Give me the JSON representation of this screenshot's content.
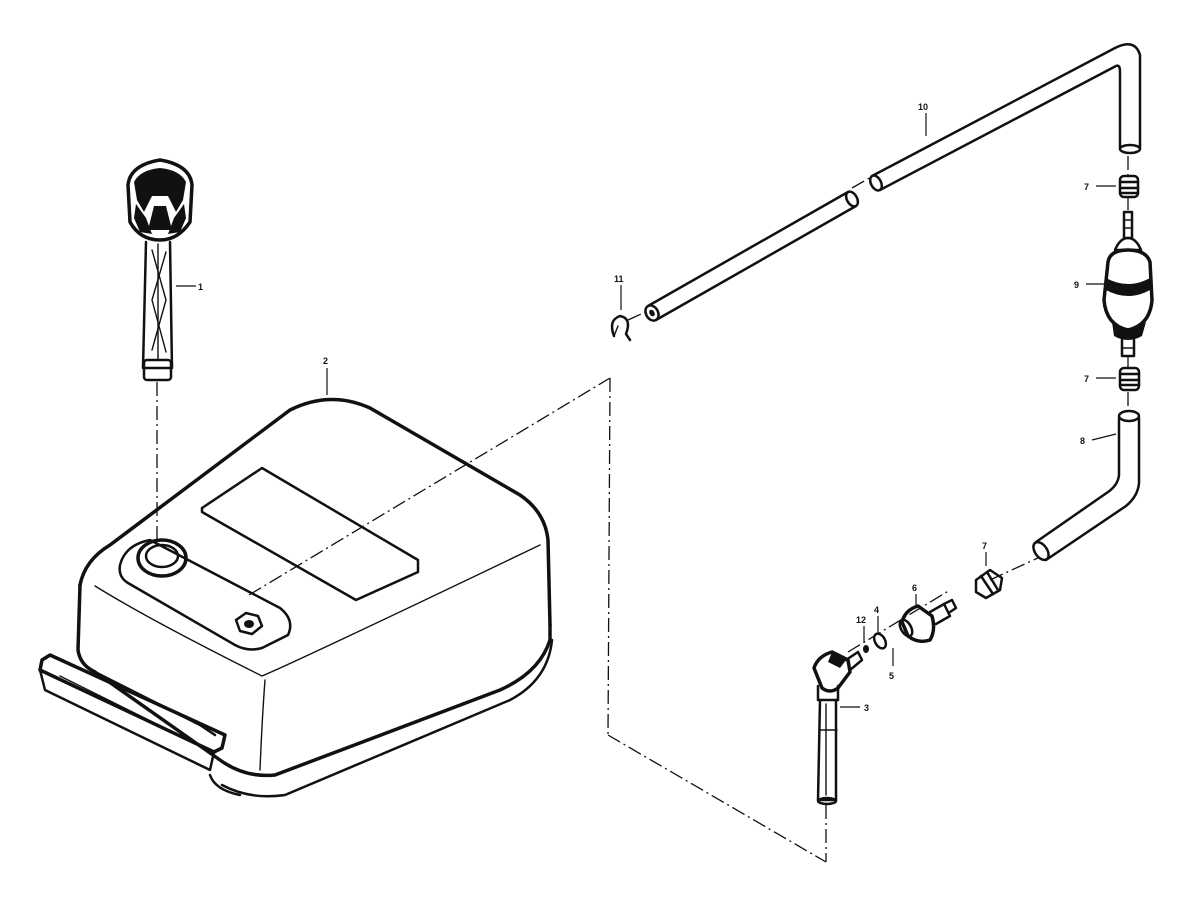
{
  "callouts": [
    {
      "id": "1",
      "text": "1"
    },
    {
      "id": "2",
      "text": "2"
    },
    {
      "id": "3",
      "text": "3"
    },
    {
      "id": "4",
      "text": "4"
    },
    {
      "id": "5",
      "text": "5"
    },
    {
      "id": "6",
      "text": "6"
    },
    {
      "id": "7a",
      "text": "7"
    },
    {
      "id": "7b",
      "text": "7"
    },
    {
      "id": "7c",
      "text": "7"
    },
    {
      "id": "8",
      "text": "8"
    },
    {
      "id": "9",
      "text": "9"
    },
    {
      "id": "10",
      "text": "10"
    },
    {
      "id": "11",
      "text": "11"
    },
    {
      "id": "12",
      "text": "12"
    }
  ]
}
